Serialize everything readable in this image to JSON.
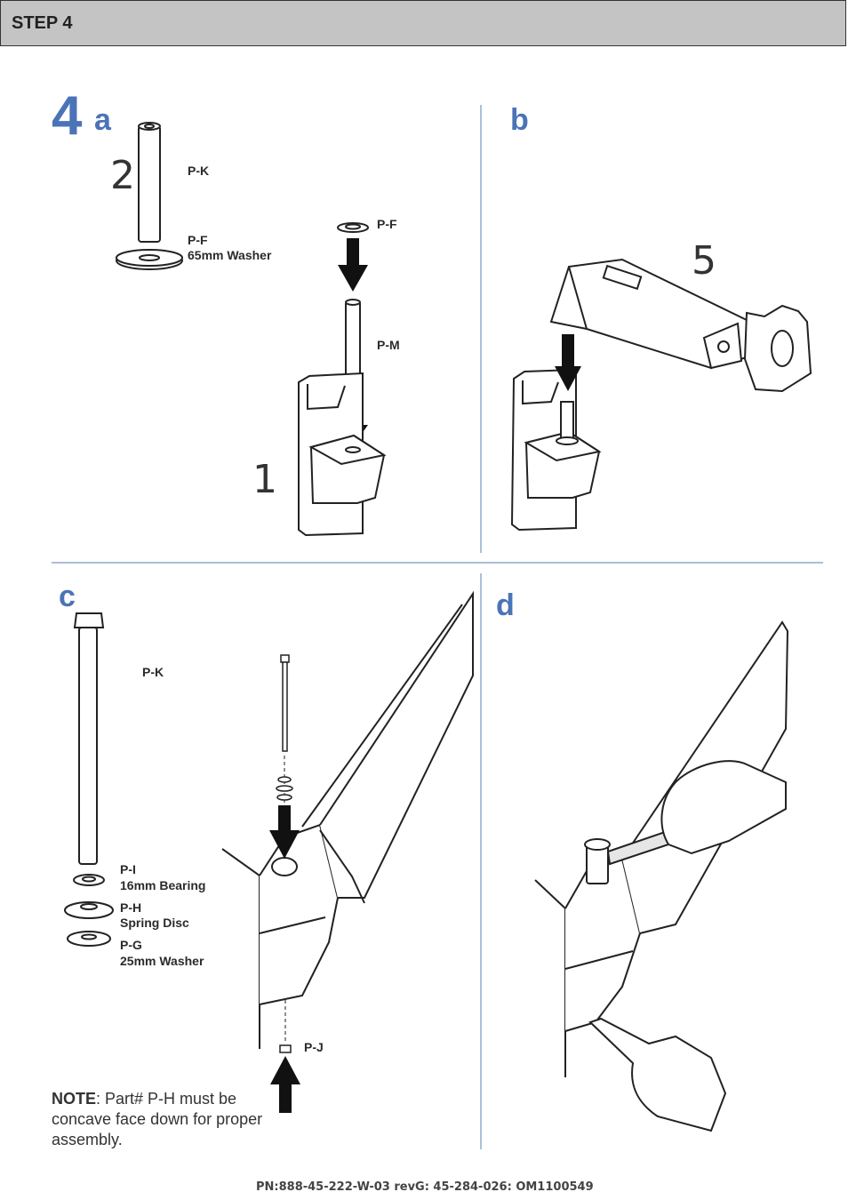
{
  "header": {
    "title": "STEP 4"
  },
  "step": {
    "number": "4"
  },
  "panels": {
    "a": {
      "letter": "a",
      "number_2": "2",
      "number_1": "1",
      "label_pk": "P-K",
      "label_pf": "P-F",
      "label_pf_desc": "65mm Washer",
      "label_pf2": "P-F",
      "label_pm": "P-M"
    },
    "b": {
      "letter": "b",
      "number_5": "5"
    },
    "c": {
      "letter": "c",
      "label_pk": "P-K",
      "label_pi": "P-I",
      "label_pi_desc": "16mm Bearing",
      "label_ph": "P-H",
      "label_ph_desc": "Spring Disc",
      "label_pg": "P-G",
      "label_pg_desc": "25mm Washer",
      "label_pj": "P-J",
      "note_bold": "NOTE",
      "note_text": ": Part# P-H must be concave face down for proper assembly."
    },
    "d": {
      "letter": "d"
    }
  },
  "footer": {
    "part_number": "PN:888-45-222-W-03 revG: 45-284-026: OM1100549"
  },
  "colors": {
    "accent": "#4a74b6",
    "header_bg": "#c4c4c4"
  }
}
